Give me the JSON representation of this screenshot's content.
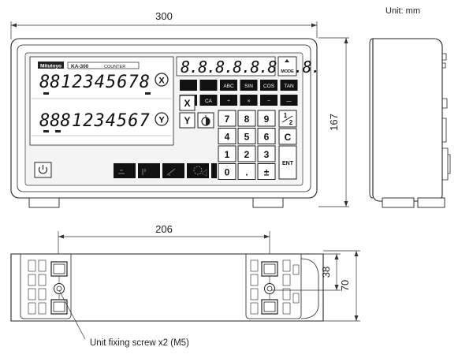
{
  "unit_label": "Unit: mm",
  "dimensions": {
    "front_width": "300",
    "front_height": "167",
    "bottom_hole_spacing": "206",
    "bottom_inner_depth": "38",
    "bottom_depth": "70"
  },
  "screw_note": "Unit fixing screw x2 (M5)",
  "front_panel": {
    "brand": "Mitutoyo",
    "model": "KA-300",
    "model_suffix": "COUNTER",
    "x_display": "12345678",
    "y_display": "1234567",
    "x_axis_button": "X",
    "y_axis_button": "Y",
    "message_display": "8.8.8.8.8.8.8.8.",
    "mode_button": "MODE",
    "function_row_1": [
      "",
      "",
      "ABC",
      "SIN",
      "COS",
      "TAN"
    ],
    "function_row_2": [
      "",
      "CA",
      "÷",
      "×",
      "−",
      "—"
    ],
    "keypad": [
      "7",
      "8",
      "9",
      "½",
      "4",
      "5",
      "6",
      "C",
      "1",
      "2",
      "3",
      "",
      "0",
      ".",
      "±"
    ],
    "enter_key": "ENT",
    "half_key_top": "1",
    "half_key_bottom": "2",
    "bottom_buttons": [
      "",
      "",
      "",
      "",
      ""
    ]
  }
}
